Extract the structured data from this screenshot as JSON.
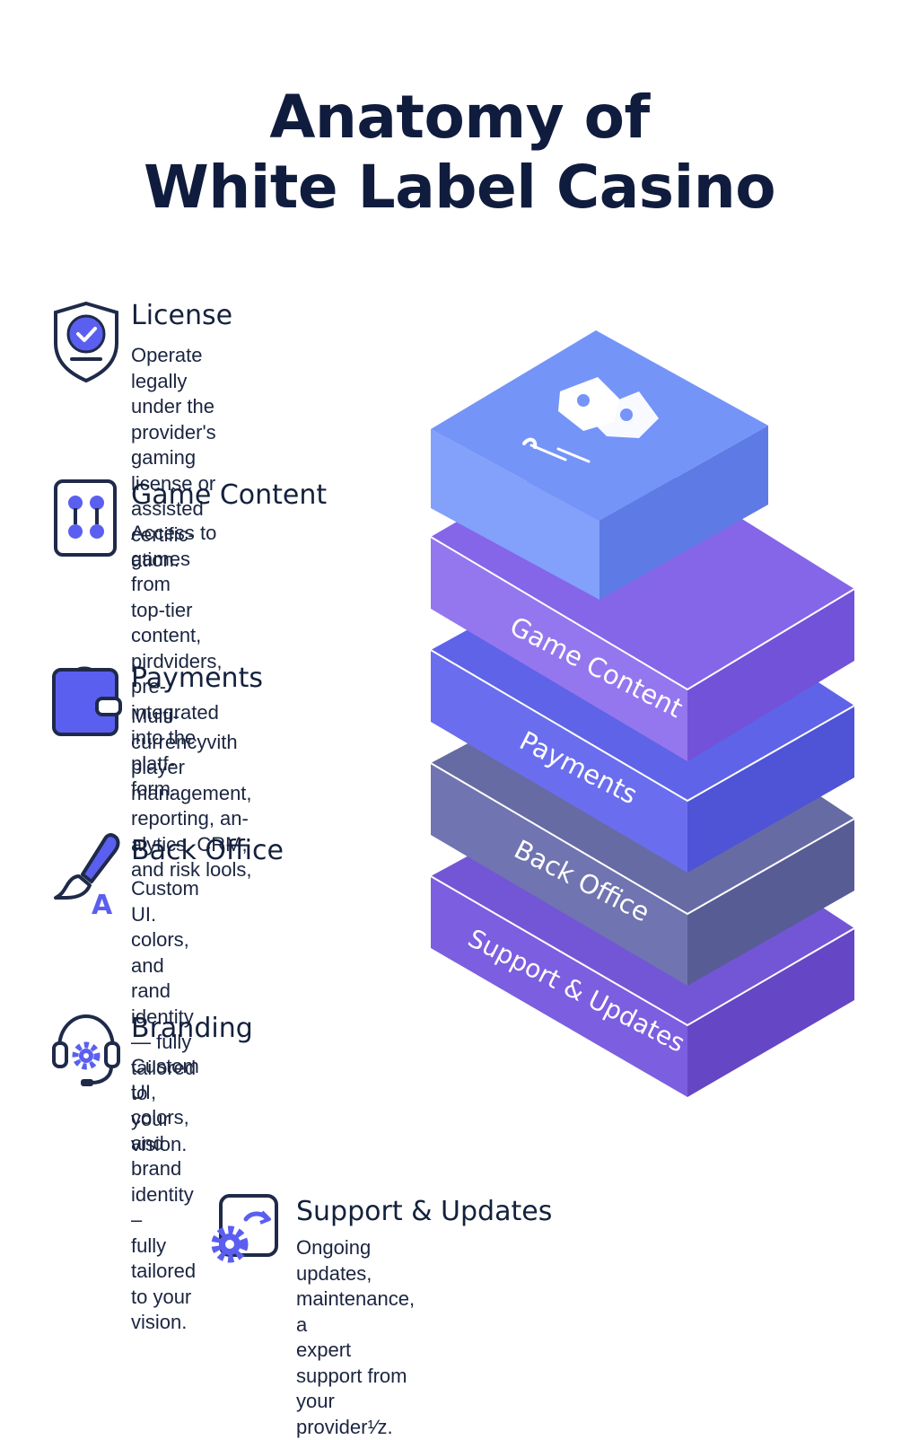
{
  "title": {
    "line1": "Anatomy of",
    "line2": "White Label Casino"
  },
  "features": [
    {
      "icon": "shield-check-icon",
      "heading": "License",
      "text": "Operate legally under the provider's\ngaming license or assisted certific-\nation."
    },
    {
      "icon": "game-dice-icon",
      "heading": "Game Content",
      "text": "Access to games from\ntop-tier content, pirdviders,\npre-integrated into the platf-\nform."
    },
    {
      "icon": "wallet-icon",
      "heading": "Payments",
      "text": "Multi-currencyvith player\nmanagement, reporting, an-\nalytics. CRM, and risk lools,"
    },
    {
      "icon": "paintbrush-icon",
      "heading": "Back Office",
      "text": "Custom UI. colors, and rand\nidentity — fully tailored to\nyour vision."
    },
    {
      "icon": "headset-gear-icon",
      "heading": "Branding",
      "text": "Custom UI, colors, and brand identity –\nfully tailored to your vision."
    },
    {
      "icon": "gear-refresh-icon",
      "heading": "Support & Updates",
      "text": "Ongoing updates, maintenance, a\nexpert support from your provider¹⁄z."
    }
  ],
  "layers": [
    {
      "label": "",
      "top": "#7494f8",
      "left": "#83a0fb",
      "right": "#5e7ae4"
    },
    {
      "label": "Game Content",
      "top": "#8565e8",
      "left": "#9477ee",
      "right": "#7252d8"
    },
    {
      "label": "Payments",
      "top": "#5f63e8",
      "left": "#6a6eee",
      "right": "#4f53d6"
    },
    {
      "label": "Back Office",
      "top": "#676ba4",
      "left": "#7074b0",
      "right": "#585c95"
    },
    {
      "label": "Support & Updates",
      "top": "#7356d6",
      "left": "#7c5ee0",
      "right": "#6546c4"
    }
  ],
  "colors": {
    "accent": "#5b5ff0",
    "icon_stroke": "#1f2a4a",
    "title": "#101c3d"
  }
}
